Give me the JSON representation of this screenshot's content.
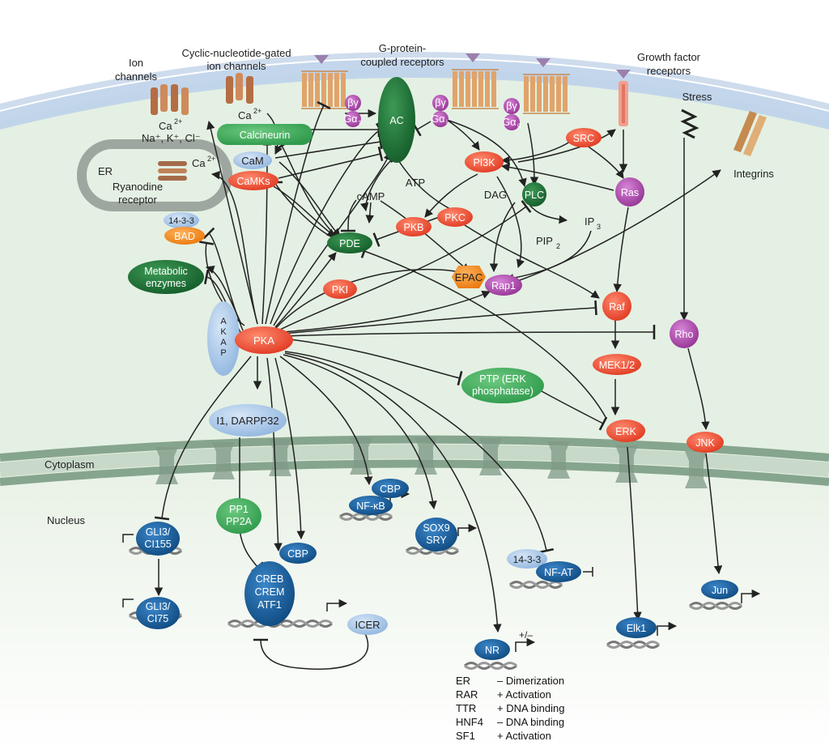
{
  "labels": {
    "ion_channels": [
      "Ion",
      "channels"
    ],
    "cng_channels": [
      "Cyclic-nucleotide-gated",
      "ion channels"
    ],
    "gpcr": [
      "G-protein-",
      "coupled receptors"
    ],
    "gf_receptors": [
      "Growth factor",
      "receptors"
    ],
    "stress": "Stress",
    "integrins": "Integrins",
    "ions_ca": "Ca",
    "ions_rest": "Na⁺, K⁺, Cl⁻",
    "ca2_a": "Ca",
    "ca2_b": "Ca",
    "sup2plus": "2+",
    "er": "ER",
    "ryanodine": [
      "Ryanodine",
      "receptor"
    ],
    "atp": "ATP",
    "camp": "cAMP",
    "dag": "DAG",
    "ip3": "IP",
    "pip2": "PIP",
    "sub3": "3",
    "sub2": "2",
    "cytoplasm": "Cytoplasm",
    "nucleus": "Nucleus",
    "plusminus": "+/–"
  },
  "nodes": {
    "ac": "AC",
    "calcineurin": "Calcineurin",
    "cam": "CaM",
    "camks": "CaMKs",
    "g_s": "βγ Gαs",
    "g_i": "βγ Gαi",
    "g_q": "βγ Gαq",
    "bg": "βγ",
    "ga": "Gα",
    "sub_s": "s",
    "sub_i": "i",
    "sub_q": "q",
    "src": "SRC",
    "pi3k": "PI3K",
    "plc": "PLC",
    "ras": "Ras",
    "pkb": "PKB",
    "pkc": "PKC",
    "pde": "PDE",
    "epac": "EPAC",
    "rap1": "Rap1",
    "pki": "PKI",
    "raf": "Raf",
    "rho": "Rho",
    "pka": "PKA",
    "akap": [
      "A",
      "K",
      "A",
      "P"
    ],
    "n1433_top": "14-3-3",
    "bad": "BAD",
    "metabolic": [
      "Metabolic",
      "enzymes"
    ],
    "mek": "MEK1/2",
    "erk": "ERK",
    "jnk": "JNK",
    "ptp": [
      "PTP (ERK",
      "phosphatase)"
    ],
    "i1": "I1, DARPP32",
    "pp1": [
      "PP1",
      "PP2A"
    ],
    "gli3_155": [
      "GLI3/",
      "CI155"
    ],
    "gli3_75": [
      "GLI3/",
      "CI75"
    ],
    "cbp_creb": "CBP",
    "creb": [
      "CREB",
      "CREM",
      "ATF1"
    ],
    "icer": "ICER",
    "cbp_nfkb": "CBP",
    "nfkb": "NF-κB",
    "sox9": [
      "SOX9",
      "SRY"
    ],
    "n1433_nuc": "14-3-3",
    "nfat": "NF-AT",
    "nr": "NR",
    "elk1": "Elk1",
    "jun": "Jun"
  },
  "legend": [
    {
      "name": "ER",
      "effect": "– Dimerization"
    },
    {
      "name": "RAR",
      "effect": "+ Activation"
    },
    {
      "name": "TTR",
      "effect": "+ DNA binding"
    },
    {
      "name": "HNF4",
      "effect": "– DNA binding"
    },
    {
      "name": "SF1",
      "effect": "+ Activation"
    }
  ],
  "colors": {
    "red": "#e8452f",
    "green": "#1e7a3a",
    "light_green": "#3aa85a",
    "purple": "#a646a6",
    "blue": "#1f5f98",
    "light_blue": "#a9c6e6",
    "orange": "#f08a1e",
    "cytoplasm": "#e3f0e3",
    "nucleus": "#ebf3e9",
    "membrane": "#b8cfe6"
  }
}
